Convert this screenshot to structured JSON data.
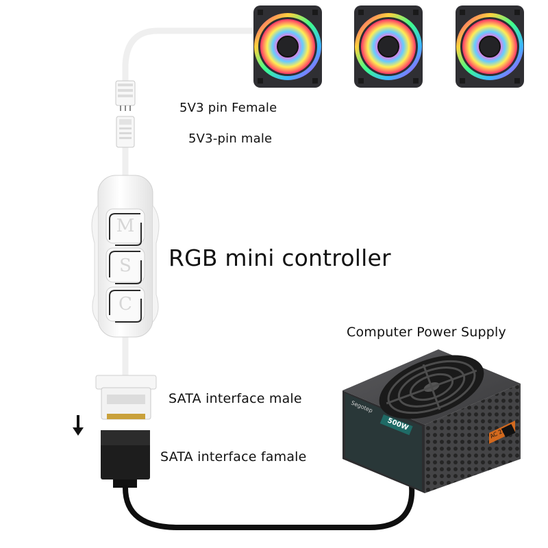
{
  "labels": {
    "pin_female": "5V3 pin Female",
    "pin_male": "5V3-pin male",
    "controller": "RGB mini controller",
    "psu": "Computer Power Supply",
    "sata_male": "SATA interface male",
    "sata_female": "SATA interface famale"
  },
  "controller_buttons": [
    "M",
    "S",
    "C"
  ],
  "psu_marks": {
    "brand": "Segotep",
    "model": "500W",
    "voltage": "AC 220V"
  },
  "fans": [
    {
      "name": "rgb-fan-1"
    },
    {
      "name": "rgb-fan-2"
    },
    {
      "name": "rgb-fan-3"
    }
  ],
  "colors": {
    "cable_white": "#f4f4f4",
    "cable_black": "#111111",
    "fan_frame": "#2f2f33",
    "psu_body": "#4a4a4c",
    "psu_accent": "#d2691e",
    "psu_panel": "#1f6b66"
  }
}
